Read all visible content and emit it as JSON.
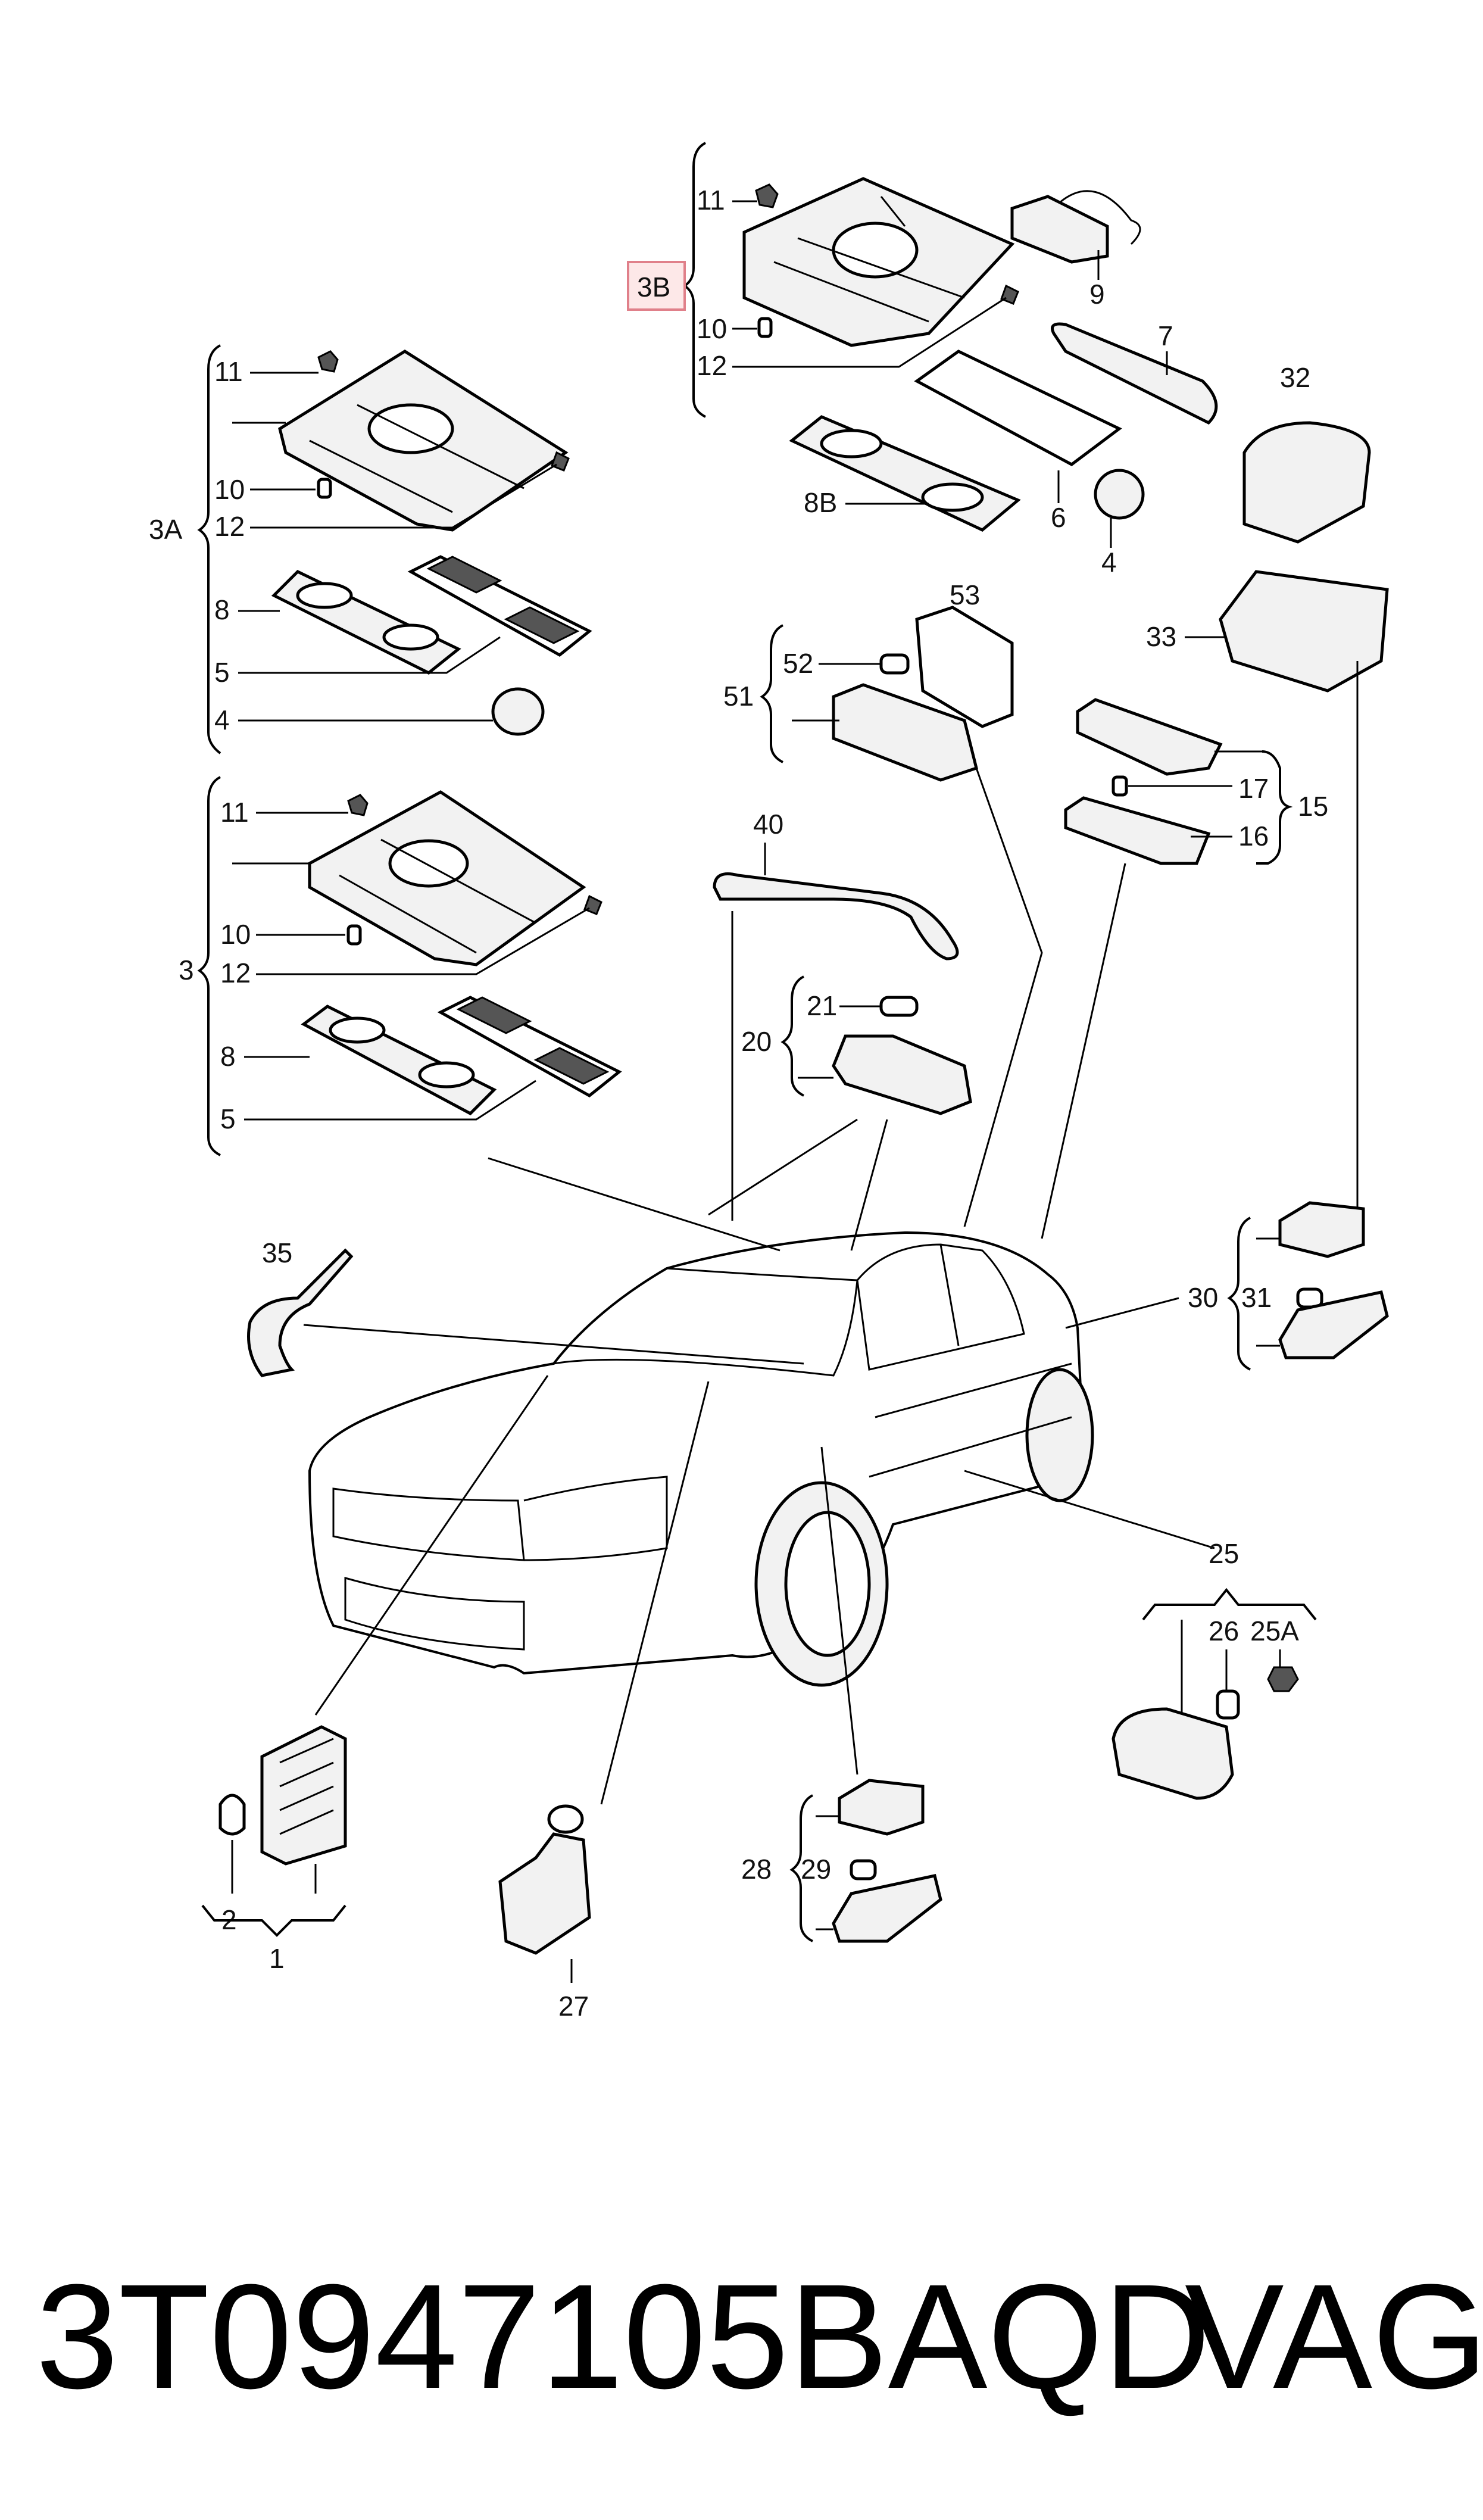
{
  "callouts": {
    "c11a": "11",
    "c10a": "10",
    "c12a": "12",
    "c3b": "3B",
    "c9": "9",
    "c7": "7",
    "c32": "32",
    "c8b": "8B",
    "c6": "6",
    "c4a": "4",
    "c11b": "11",
    "c10b": "10",
    "c12b": "12",
    "c3a": "3A",
    "c8a": "8",
    "c5a": "5",
    "c4b": "4",
    "c53": "53",
    "c52": "52",
    "c51": "51",
    "c33": "33",
    "c15": "15",
    "c17": "17",
    "c16": "16",
    "c11c": "11",
    "c10c": "10",
    "c12c": "12",
    "c3": "3",
    "c8c": "8",
    "c5c": "5",
    "c40": "40",
    "c21": "21",
    "c20": "20",
    "c35": "35",
    "c30": "30",
    "c31": "31",
    "c25": "25",
    "c26": "26",
    "c25a": "25A",
    "c2": "2",
    "c1": "1",
    "c27": "27",
    "c28": "28",
    "c29": "29"
  },
  "footer": {
    "part_number": "3T0947105BAQD",
    "brand": "VAG"
  }
}
